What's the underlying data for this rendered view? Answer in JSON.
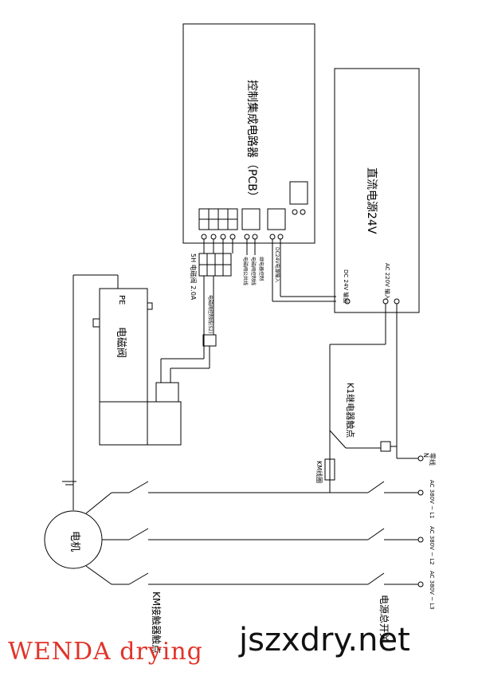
{
  "colors": {
    "line": "#000000",
    "watermark_left": "#e0342a",
    "watermark_right": "#111111"
  },
  "pcb": {
    "title": "控制集成电路器（PCB）",
    "terminal_labels": "5H 电磁阀 2.0A",
    "valve_note": "电磁阀控制线(S2)",
    "wire_note_a": "电磁阀公共线",
    "wire_note_b": "电磁阀控制线",
    "relay_note_a": "继电器控制",
    "relay_note_b": "继电器控制",
    "power_note": "DC24V电源输入"
  },
  "psu": {
    "title": "直流电源24V",
    "dc_out": "DC 24V 输出",
    "ac_in": "AC 220V 输入"
  },
  "valve": {
    "title": "电磁阀",
    "pe": "PE"
  },
  "motor": {
    "title": "电机"
  },
  "contactor": {
    "title": "KM接触器触点"
  },
  "relay": {
    "title": "K1继电器触点",
    "coil": "KM线圈"
  },
  "main_switch": {
    "title": "电源总开关"
  },
  "lines": {
    "neutral": "零线",
    "neutral_n": "N",
    "l1": "AC 380V ~ L1",
    "l2": "AC 380V ~ L2",
    "l3": "AC 380V ~ L3"
  },
  "watermarks": {
    "left": "WENDA drying",
    "right": "jszxdry.net"
  }
}
